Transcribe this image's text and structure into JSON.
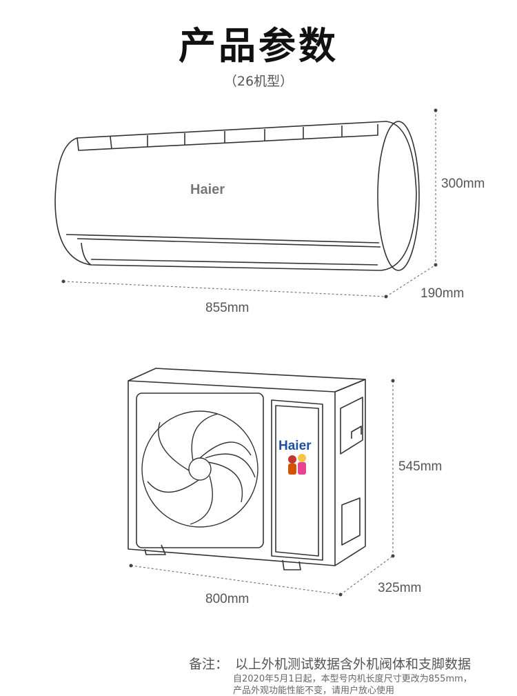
{
  "header": {
    "title": "产品参数",
    "subtitle": "（26机型）"
  },
  "indoor_unit": {
    "brand": "Haier",
    "height": "300mm",
    "depth": "190mm",
    "width": "855mm"
  },
  "outdoor_unit": {
    "brand": "Haier",
    "height": "545mm",
    "depth": "325mm",
    "width": "800mm"
  },
  "note": {
    "label": "备注：",
    "main": "以上外机测试数据含外机阀体和支脚数据",
    "line1": "自2020年5月1日起，本型号内机长度尺寸更改为855mm，",
    "line2": "产品外观功能性能不变，请用户放心使用"
  },
  "colors": {
    "line": "#333333",
    "dim_line": "#666666",
    "brand_blue": "#1e4fa3"
  }
}
